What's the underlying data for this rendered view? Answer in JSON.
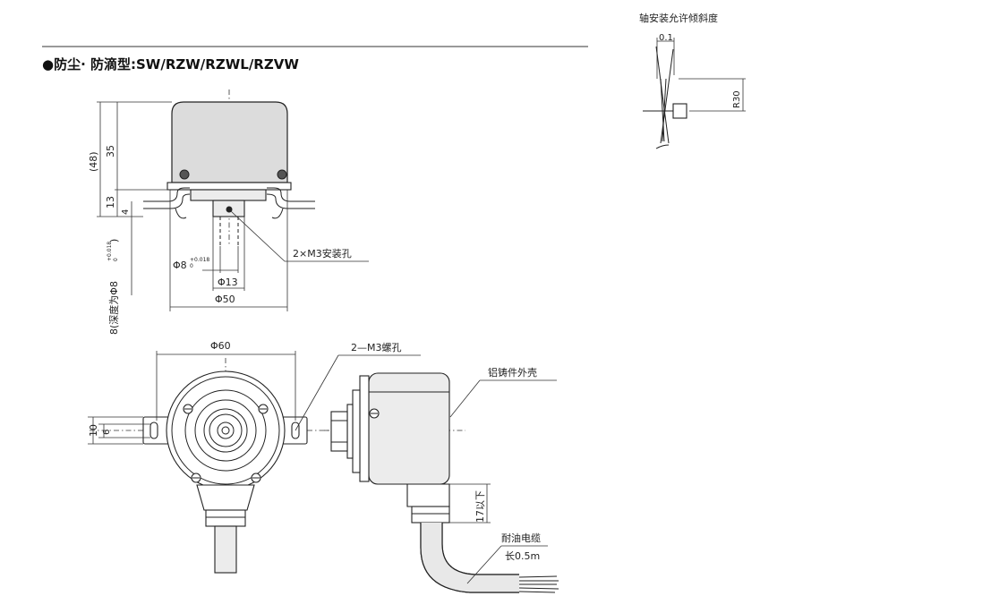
{
  "header": {
    "title": "●防尘· 防滴型:SW/RZW/RZWL/RZVW",
    "inset_title": "轴安装允许倾斜度"
  },
  "inset": {
    "offset_label": "0.1",
    "radius_label": "R30"
  },
  "side_view": {
    "dim_48": "(48)",
    "dim_35": "35",
    "dim_13": "13",
    "dim_4": "4",
    "shaft_dia_label": "Φ8",
    "shaft_tol_upper": "+0.018",
    "shaft_tol_lower": "0",
    "spigot_dia_label": "Φ13",
    "flange_dia_label": "Φ50",
    "depth_note": "8(深度为Φ8",
    "depth_tol_upper": "+0.018",
    "depth_tol_lower": "0",
    "depth_close": ")",
    "mount_hole_callout": "2×M3安装孔"
  },
  "front_view": {
    "pitch_dia_label": "Φ60",
    "dim_10": "10",
    "dim_6": "6",
    "screw_callout": "2—M3螺孔"
  },
  "right_view": {
    "housing_callout": "铝铸件外壳",
    "cable_dim": "17以下",
    "cable_callout_line1": "耐油电缆",
    "cable_callout_line2": "长0.5m"
  }
}
